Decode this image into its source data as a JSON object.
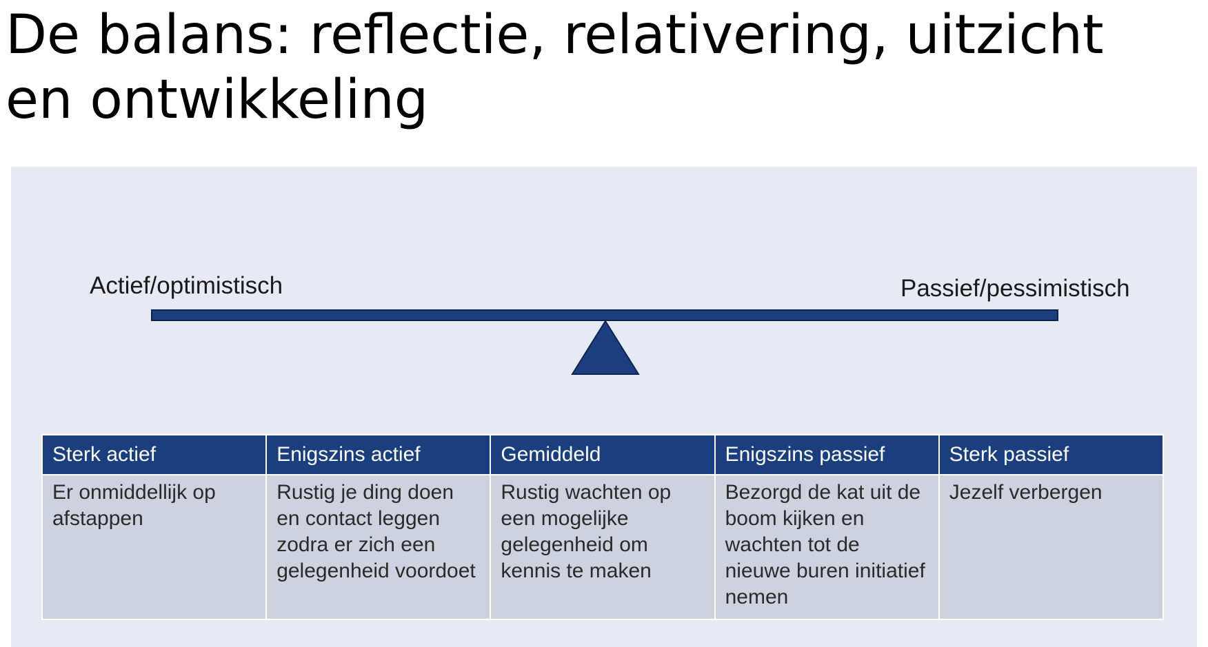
{
  "slide": {
    "title": "De balans: reflectie, relativering, uitzicht en ontwikkeling"
  },
  "scale": {
    "left_label": "Actief/optimistisch",
    "right_label": "Passief/pessimistisch"
  },
  "colors": {
    "accent": "#1B3F7E",
    "panel_background": "#E7EAF3",
    "cell_background": "#CED1DE"
  },
  "table": {
    "headers": [
      "Sterk actief",
      "Enigszins actief",
      "Gemiddeld",
      "Enigszins passief",
      "Sterk passief"
    ],
    "cells": [
      "Er onmiddellijk op afstappen",
      "Rustig je ding doen en contact leggen zodra er zich een gelegenheid voordoet",
      "Rustig wachten op een mogelijke gelegenheid om kennis te maken",
      "Bezorgd de kat uit de boom kijken en wachten tot de nieuwe buren initiatief nemen",
      "Jezelf verbergen"
    ]
  }
}
